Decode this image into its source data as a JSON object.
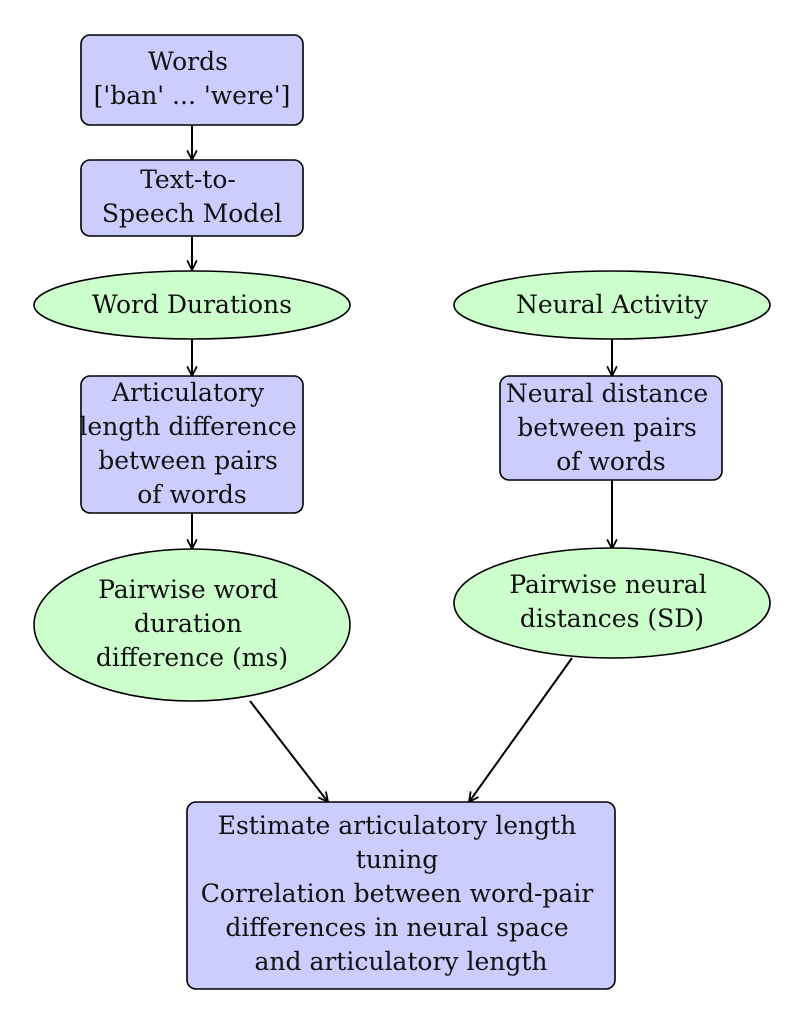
{
  "colors": {
    "rect_fill": "#ccccff",
    "ellipse_fill": "#ccffcc",
    "stroke": "#000000"
  },
  "nodes": {
    "words": {
      "shape": "rect",
      "lines": [
        "Words",
        "['ban' ... 'were']"
      ]
    },
    "tts": {
      "shape": "rect",
      "lines": [
        "Text-to-",
        "Speech Model"
      ]
    },
    "durations": {
      "shape": "ellipse",
      "lines": [
        "Word Durations"
      ]
    },
    "artic": {
      "shape": "rect",
      "lines": [
        "Articulatory",
        "length difference",
        "between pairs",
        "of words"
      ]
    },
    "pairwise_dur": {
      "shape": "ellipse",
      "lines": [
        "Pairwise word",
        "duration",
        "difference (ms)"
      ]
    },
    "neural_activity": {
      "shape": "ellipse",
      "lines": [
        "Neural Activity"
      ]
    },
    "neural_distance": {
      "shape": "rect",
      "lines": [
        "Neural distance",
        "between pairs",
        "of words"
      ]
    },
    "pairwise_neural": {
      "shape": "ellipse",
      "lines": [
        "Pairwise neural",
        "distances (SD)"
      ]
    },
    "estimate": {
      "shape": "rect",
      "lines": [
        "Estimate articulatory length",
        "tuning",
        "Correlation between word-pair",
        "differences in neural space",
        "and articulatory length"
      ]
    }
  },
  "edges": [
    [
      "words",
      "tts"
    ],
    [
      "tts",
      "durations"
    ],
    [
      "durations",
      "artic"
    ],
    [
      "artic",
      "pairwise_dur"
    ],
    [
      "neural_activity",
      "neural_distance"
    ],
    [
      "neural_distance",
      "pairwise_neural"
    ],
    [
      "pairwise_dur",
      "estimate"
    ],
    [
      "pairwise_neural",
      "estimate"
    ]
  ]
}
